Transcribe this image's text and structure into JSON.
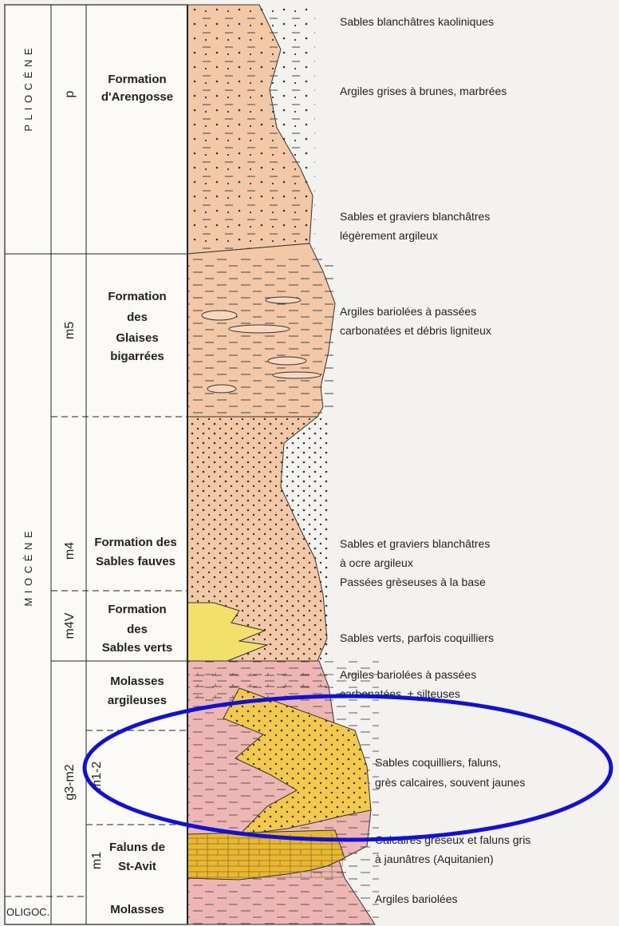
{
  "eras": [
    {
      "id": "pliocene",
      "label": "P L I O C È N E"
    },
    {
      "id": "miocene",
      "label": "M I O C È N E"
    },
    {
      "id": "oligocene",
      "label": "OLIGOC."
    }
  ],
  "codes": {
    "p": "p",
    "m5": "m5",
    "m4": "m4",
    "m4v": "m4V",
    "g3m2": "g3-m2",
    "m12": "m1-2",
    "m1": "m1"
  },
  "formations": {
    "arengosse": [
      "Formation",
      "d'Arengosse"
    ],
    "glaises": [
      "Formation",
      "des",
      "Glaises",
      "bigarrées"
    ],
    "sables_fauves": [
      "Formation des",
      "Sables fauves"
    ],
    "sables_verts": [
      "Formation",
      "des",
      "Sables verts"
    ],
    "molasses_arg": [
      "Molasses",
      "argileuses"
    ],
    "faluns": [
      "Faluns de",
      "St-Avit"
    ],
    "molasses": [
      "Molasses"
    ]
  },
  "descriptions": {
    "d1": [
      "Sables blanchâtres kaoliniques"
    ],
    "d2": [
      "Argiles grises à brunes, marbrées"
    ],
    "d3": [
      "Sables et graviers blanchâtres",
      "légèrement argileux"
    ],
    "d4": [
      "Argiles bariolées à passées",
      "carbonatées et débris ligniteux"
    ],
    "d5": [
      "Sables et graviers blanchâtres",
      "à ocre argileux",
      "Passées grèseuses à la base"
    ],
    "d6": [
      "Sables verts, parfois coquilliers"
    ],
    "d7": [
      "Argiles bariolées à passées",
      "carbonatées, ± silteuses"
    ],
    "d8": [
      "Sables coquilliers, faluns,",
      "grès calcaires, souvent jaunes"
    ],
    "d9": [
      "Calcaires gréseux et faluns gris",
      "à jaunâtres (Aquitanien)"
    ],
    "d10": [
      "Argiles bariolées"
    ]
  },
  "colors": {
    "sand": "#f3c8a6",
    "pink": "#eeb6b3",
    "yellow": "#f2c94c",
    "green": "#f1e16a",
    "ellipse": "#1010d8"
  }
}
